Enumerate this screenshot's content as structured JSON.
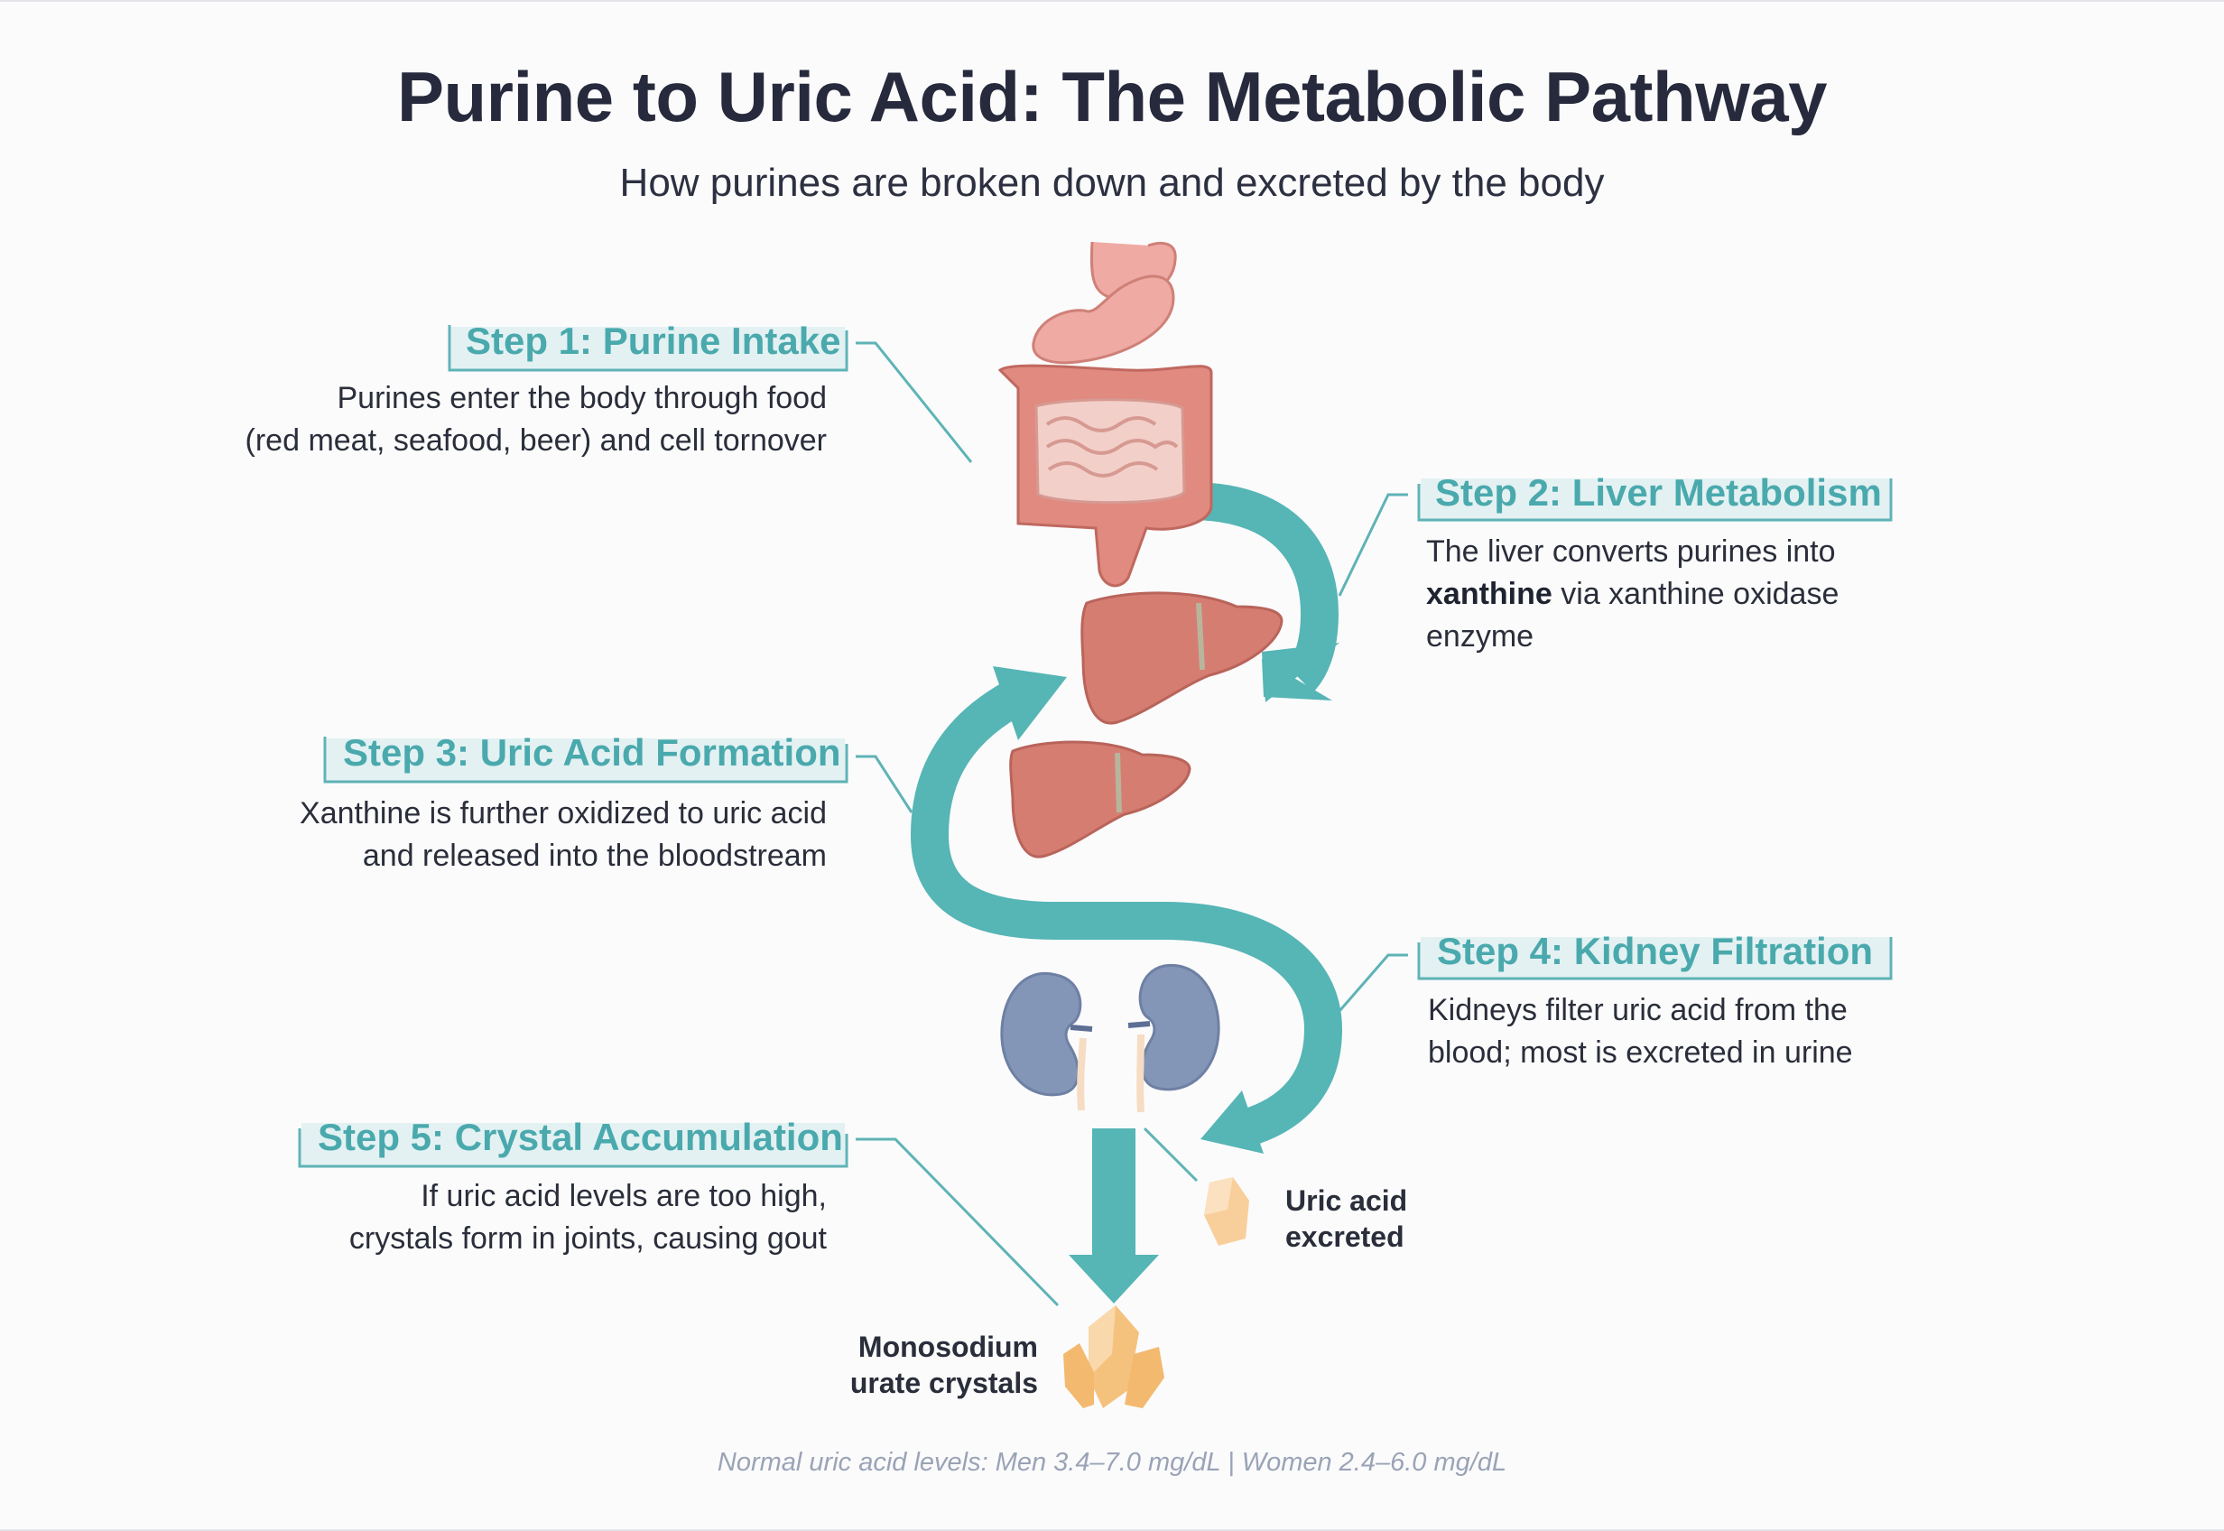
{
  "title": "Purine to Uric Acid: The Metabolic Pathway",
  "subtitle": "How purines are broken down and excreted by the body",
  "steps": [
    {
      "title": "Step 1: Purine Intake",
      "lines": [
        "Purines enter the body through food",
        "(red meat, seafood, beer) and cell tornover"
      ]
    },
    {
      "title": "Step 2: Liver Metabolism",
      "line1": "The liver converts purines into",
      "line2_bold": "xanthine",
      "line2_rest": " via xanthine oxidase",
      "line3": "enzyme"
    },
    {
      "title": "Step 3: Uric Acid Formation",
      "lines": [
        "Xanthine is further oxidized to uric acid",
        "and released into the bloodstream"
      ]
    },
    {
      "title": "Step 4: Kidney Filtration",
      "lines": [
        "Kidneys filter uric acid from the",
        "blood; most is excreted in urine"
      ]
    },
    {
      "title": "Step 5: Crystal Accumulation",
      "lines": [
        "If uric acid levels are too high,",
        "crystals form in joints, causing gout"
      ]
    }
  ],
  "labels": {
    "excreted": [
      "Uric acid",
      "excreted"
    ],
    "crystals": [
      "Monosodium",
      "urate crystals"
    ]
  },
  "footnote": "Normal uric acid levels: Men 3.4–7.0 mg/dL | Women 2.4–6.0 mg/dL",
  "colors": {
    "accent": "#4aa9ad",
    "arrow": "#56b5b5",
    "organ": "#d67d72",
    "kidney": "#8396b8",
    "crystal": "#f5c27e"
  },
  "icons": [
    "digestive-system-icon",
    "liver-icon",
    "kidney-icon",
    "crystal-icon",
    "flow-arrow-icon"
  ]
}
